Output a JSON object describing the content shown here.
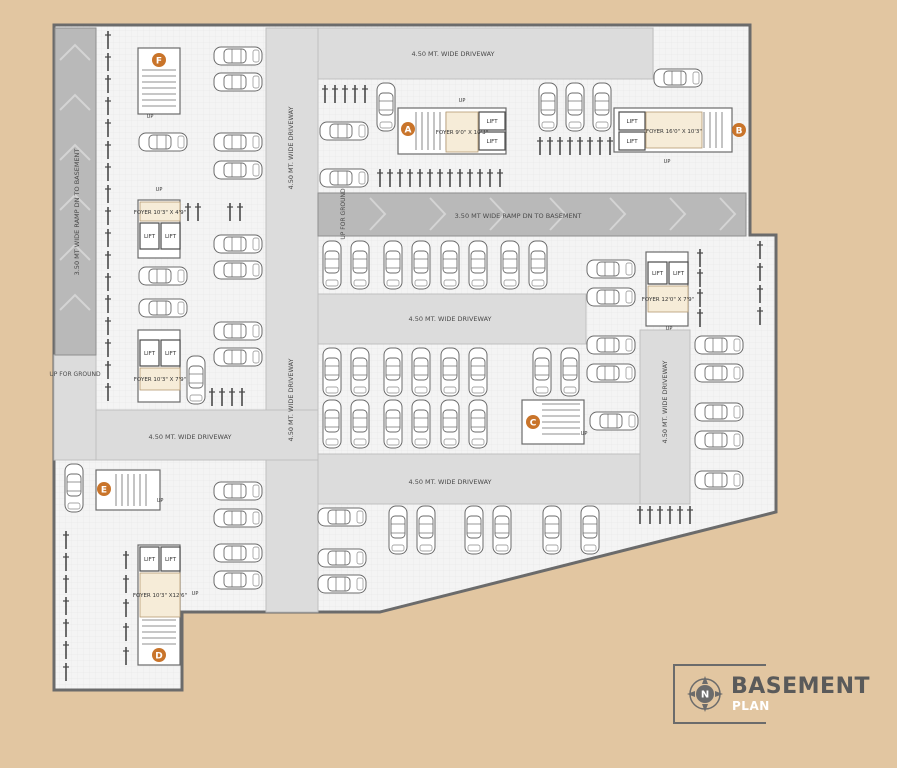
{
  "title": {
    "main": "BASEMENT",
    "sub": "PLAN"
  },
  "compass": {
    "label": "N"
  },
  "colors": {
    "background": "#e2c6a1",
    "outer_wall": "#6b6b6b",
    "parking_floor": "#f4f4f4",
    "driveway": "#dcdcdc",
    "ramp": "#b9b9b9",
    "cores": "#ffffff",
    "foyer": "#f6ecd8",
    "core_badge": "#c9742a",
    "text": "#4a4a4a"
  },
  "driveways": {
    "top": "4.50 MT. WIDE DRIVEWAY",
    "center_vertical_upper": "4.50 MT. WIDE DRIVEWAY",
    "center_vertical_lower": "4.50 MT. WIDE DRIVEWAY",
    "middle": "4.50 MT. WIDE DRIVEWAY",
    "left_horizontal": "4.50 MT. WIDE DRIVEWAY",
    "lower": "4.50 MT. WIDE DRIVEWAY",
    "right_vertical": "4.50 MT. WIDE DRIVEWAY"
  },
  "ramps": {
    "left": "3.50 MT WIDE RAMP DN TO BASEMENT",
    "center": "3.50 MT WIDE RAMP DN TO BASEMENT",
    "left_exit": "UP FOR GROUND",
    "center_exit": "UP FOR GROUND"
  },
  "cores": [
    {
      "id": "F"
    },
    {
      "id": "A"
    },
    {
      "id": "B"
    },
    {
      "id": "C"
    },
    {
      "id": "E"
    },
    {
      "id": "D"
    }
  ],
  "foyers": {
    "upper_left": "FOYER 10'3\" X 4'9\"",
    "middle_left": "FOYER 10'3\" X 7'9\"",
    "a": "FOYER 9'0\" X 10'3\"",
    "b": "FOYER 16'0\" X 10'3\"",
    "right": "FOYER 12'0\" X 7'9\"",
    "lower_left": "FOYER 10'3\" X12'6\""
  },
  "labels": {
    "lift": "LIFT",
    "up": "UP"
  }
}
